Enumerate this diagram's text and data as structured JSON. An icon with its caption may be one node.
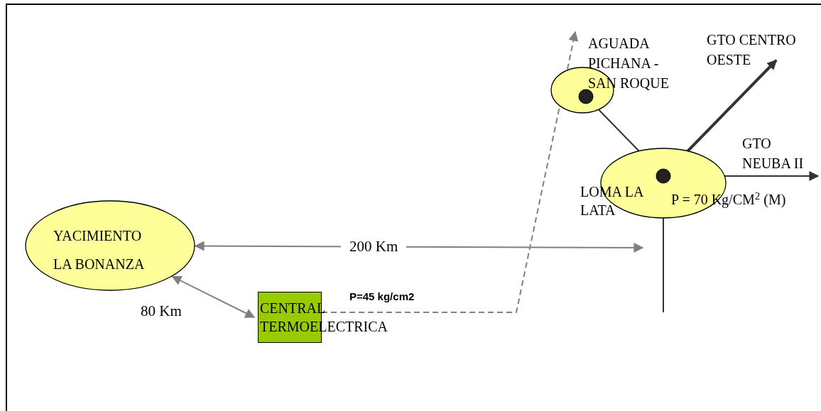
{
  "diagram": {
    "nodes": [
      {
        "text": [
          "YACIMIENTO LA BONANZA"
        ]
      },
      {
        "text": [
          "CENTRAL TERMOELECTRICA"
        ]
      },
      {
        "text": [
          "AGUADA PICHANA - SAN ROQUE"
        ]
      },
      {
        "text": [
          "LOMA LA LATA",
          "P = 70 Kg/CM$^{2}$ (M)"
        ]
      },
      {
        "text": [
          "GTO CENTRO OESTE"
        ]
      },
      {
        "text": [
          "GTO NEUBA II"
        ]
      }
    ],
    "edges": [
      {
        "from": 0,
        "to": 1,
        "arrow": "both",
        "label": "80 Km",
        "color": "#808080"
      },
      {
        "from": 0,
        "to": null,
        "arrow": "both",
        "label": "200 Km",
        "color": "#808080"
      },
      {
        "from": 1,
        "to": 2,
        "arrow": "to",
        "label": "P=45 kg/cm2",
        "style": "dashed",
        "color": "#808080"
      },
      {
        "from": 2,
        "to": 3,
        "arrow": "none"
      },
      {
        "from": 3,
        "to": 4,
        "arrow": "to",
        "style": "thick"
      },
      {
        "from": 3,
        "to": 5,
        "arrow": "to"
      },
      {
        "from": 3,
        "to": null,
        "arrow": "none"
      }
    ]
  }
}
